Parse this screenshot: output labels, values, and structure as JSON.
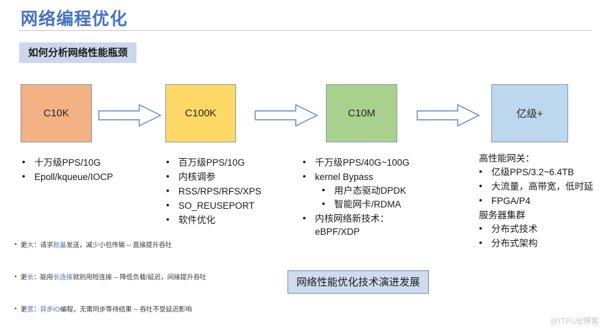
{
  "slide": {
    "title": "网络编程优化",
    "subtitle_chip": "如何分析网络性能瓶颈",
    "caption": "网络性能优化技术演进发展",
    "watermark": "@ITPUB博客",
    "accent_color": "#4472C4"
  },
  "stages": [
    {
      "label": "C10K",
      "color": "#F4B183",
      "border": "#8497B0"
    },
    {
      "label": "C100K",
      "color": "#FFD966",
      "border": "#8497B0"
    },
    {
      "label": "C10M",
      "color": "#A9D18E",
      "border": "#8497B0"
    },
    {
      "label": "亿级+",
      "color": "#BDD7EE",
      "border": "#8497B0"
    }
  ],
  "arrows": [
    {
      "name": "arrow-c10k-to-c100k"
    },
    {
      "name": "arrow-c100k-to-c10m"
    },
    {
      "name": "arrow-c10m-to-yiji"
    }
  ],
  "columns": {
    "col1": {
      "items": [
        "十万级PPS/10G",
        "Epoll/kqueue/IOCP"
      ]
    },
    "col2": {
      "items": [
        "百万级PPS/10G",
        "内核调参",
        "RSS/RPS/RFS/XPS",
        "SO_REUSEPORT",
        "软件优化"
      ]
    },
    "col3": {
      "item_1": "千万级PPS/40G~100G",
      "item_2": "kernel Bypass",
      "sub_items": [
        "用户态驱动DPDK",
        "智能网卡/RDMA"
      ],
      "item_3": "内核网络新技术：",
      "item_3_cont": "eBPF/XDP"
    },
    "col4": {
      "head_1": "高性能网关：",
      "group_1": [
        "亿级PPS/3.2~6.4TB",
        "大流量，高带宽，低时延",
        "FPGA/P4"
      ],
      "head_2": "服务器集群",
      "group_2": [
        "分布式技术",
        "分布式架构"
      ]
    }
  },
  "notes": [
    {
      "p1": "更",
      "k1": "大",
      "p2": "：请求",
      "k2": "批量",
      "p3": "发送，减少小包传输 -- 直接提升吞吐"
    },
    {
      "p1": "更",
      "k1": "长",
      "p2": "：能用",
      "k2": "长连接",
      "p3": "就别用短连接 -- 降低负载/延迟，间接提升吞吐"
    },
    {
      "p1": "更",
      "k1": "宽",
      "p2": "：",
      "k2": "异步IO",
      "p3": "编程，无需同步等待结果 -- 吞吐不受延迟影响"
    }
  ]
}
